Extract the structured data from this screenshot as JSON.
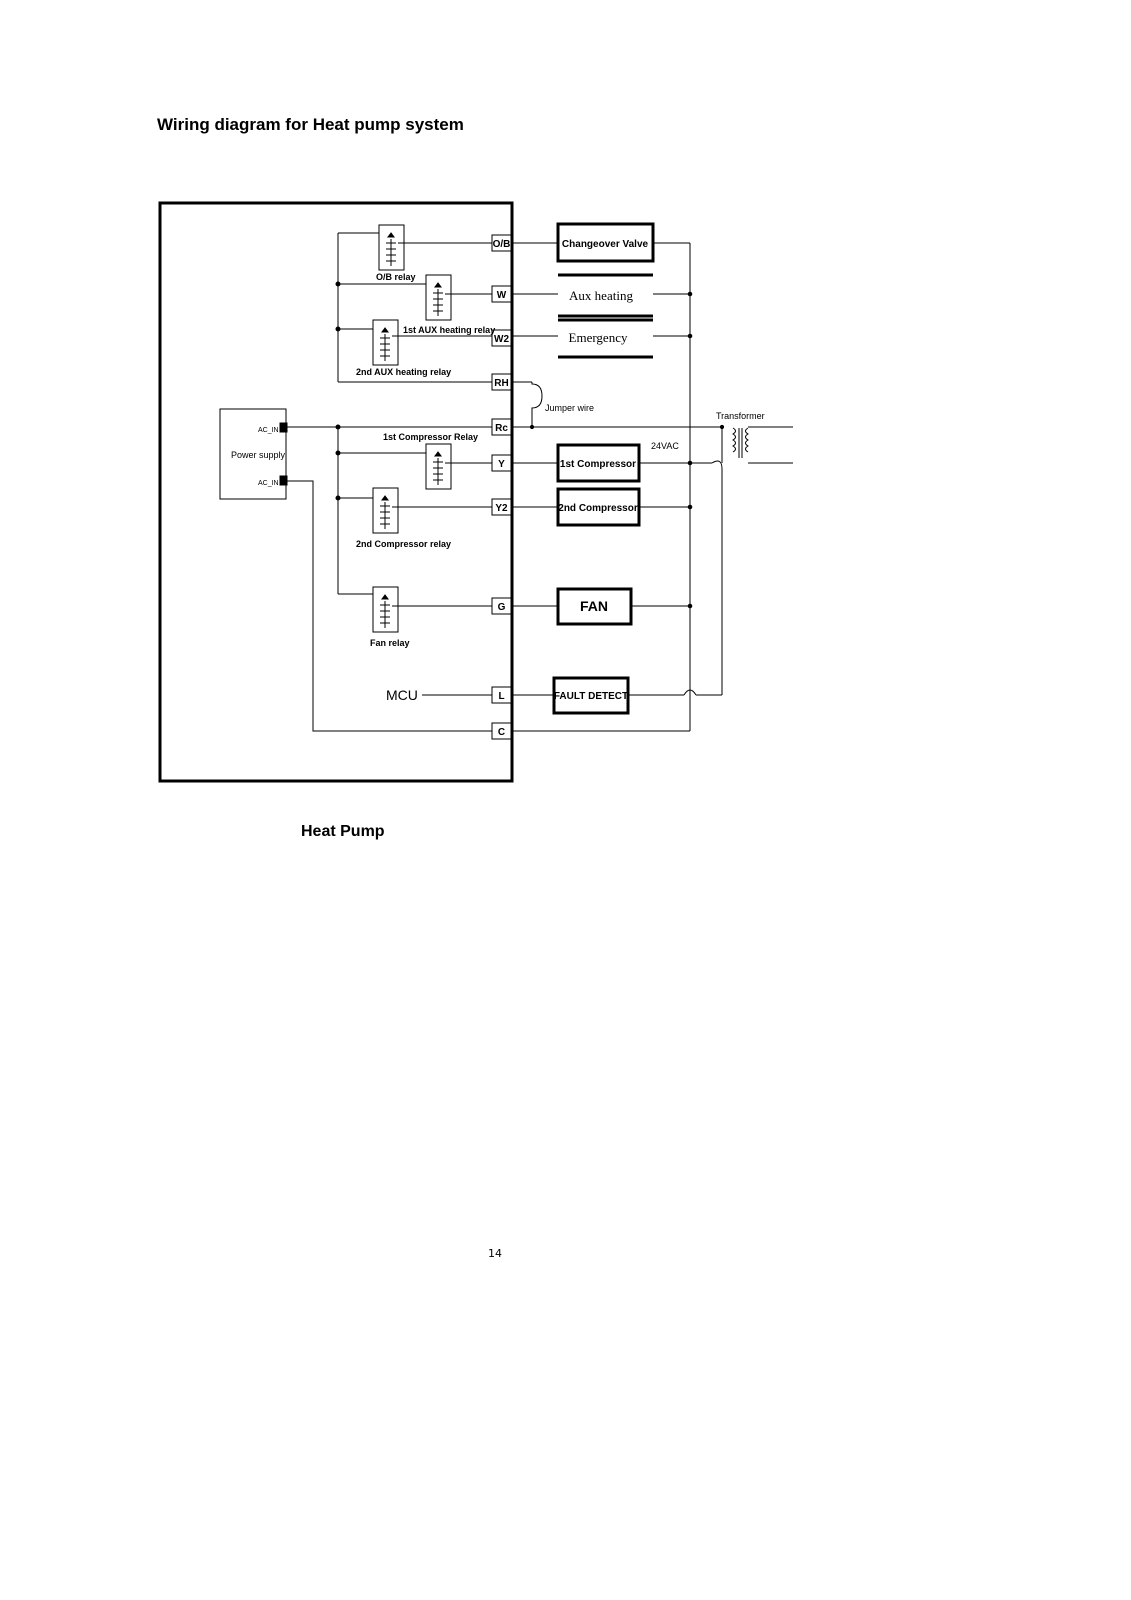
{
  "page": {
    "title": "Wiring diagram for Heat pump system",
    "page_number": "14"
  },
  "diagram": {
    "caption": "Heat Pump",
    "mcu_label": "MCU",
    "power_supply": {
      "label": "Power supply",
      "pin_top": "AC_IN",
      "pin_bottom": "AC_IN"
    },
    "terminals": {
      "ob": "O/B",
      "w": "W",
      "w2": "W2",
      "rh": "RH",
      "rc": "Rc",
      "y": "Y",
      "y2": "Y2",
      "g": "G",
      "l": "L",
      "c": "C"
    },
    "relays": {
      "ob": "O/B relay",
      "aux1": "1st AUX heating relay",
      "aux2": "2nd AUX heating relay",
      "comp1": "1st Compressor Relay",
      "comp2": "2nd Compressor relay",
      "fan": "Fan relay"
    },
    "loads": {
      "changeover": "Changeover Valve",
      "aux_heating": "Aux heating",
      "emergency": "Emergency",
      "comp1": "1st Compressor",
      "comp2": "2nd Compressor",
      "fan": "FAN",
      "fault": "FAULT DETECT"
    },
    "jumper_label": "Jumper wire",
    "transformer_label": "Transformer",
    "voltage_label": "24VAC"
  }
}
